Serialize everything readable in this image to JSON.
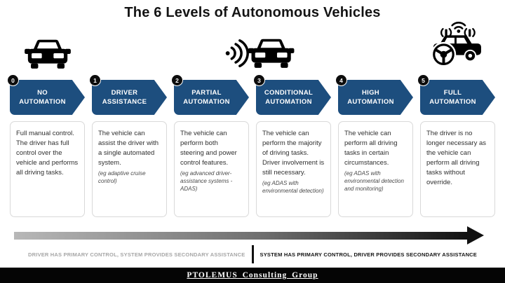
{
  "title": "The 6 Levels of Autonomous Vehicles",
  "icons": {
    "left": "car-front-icon",
    "middle": "car-front-with-signal-waves-icon",
    "right": "connected-car-with-steering-wheel-icon"
  },
  "levels": [
    {
      "number": "0",
      "name_line1": "NO",
      "name_line2": "AUTOMATION",
      "description": "Full manual control. The driver has full control over the vehicle and performs all driving tasks.",
      "example": ""
    },
    {
      "number": "1",
      "name_line1": "DRIVER",
      "name_line2": "ASSISTANCE",
      "description": "The vehicle can assist the driver with a single automated system.",
      "example": "(eg adaptive cruise control)"
    },
    {
      "number": "2",
      "name_line1": "PARTIAL",
      "name_line2": "AUTOMATION",
      "description": "The vehicle can perform both steering and power control features.",
      "example": "(eg advanced driver-assistance systems - ADAS)"
    },
    {
      "number": "3",
      "name_line1": "CONDITIONAL",
      "name_line2": "AUTOMATION",
      "description": "The vehicle can perform the majority of driving tasks. Driver involvement is still necessary.",
      "example": "(eg ADAS with environmental detection)"
    },
    {
      "number": "4",
      "name_line1": "HIGH",
      "name_line2": "AUTOMATION",
      "description": "The vehicle can perform all driving tasks in certain circumstances.",
      "example": "(eg ADAS with environmental detection and monitoring)"
    },
    {
      "number": "5",
      "name_line1": "FULL",
      "name_line2": "AUTOMATION",
      "description": "The driver is no longer necessary as the vehicle can perform all driving tasks without override.",
      "example": ""
    }
  ],
  "control_axis": {
    "left_label": "DRIVER HAS PRIMARY CONTROL, SYSTEM PROVIDES SECONDARY ASSISTANCE",
    "right_label": "SYSTEM HAS PRIMARY CONTROL, DRIVER PROVIDES SECONDARY ASSISTANCE"
  },
  "footer": {
    "brand": "PTOLEMUS Consulting Group"
  },
  "colors": {
    "banner_blue": "#1d4e7e",
    "badge_black": "#0d0d0d",
    "arrow_gradient_start": "#b8b8b8",
    "arrow_gradient_end": "#111111",
    "footer_black": "#050505"
  }
}
